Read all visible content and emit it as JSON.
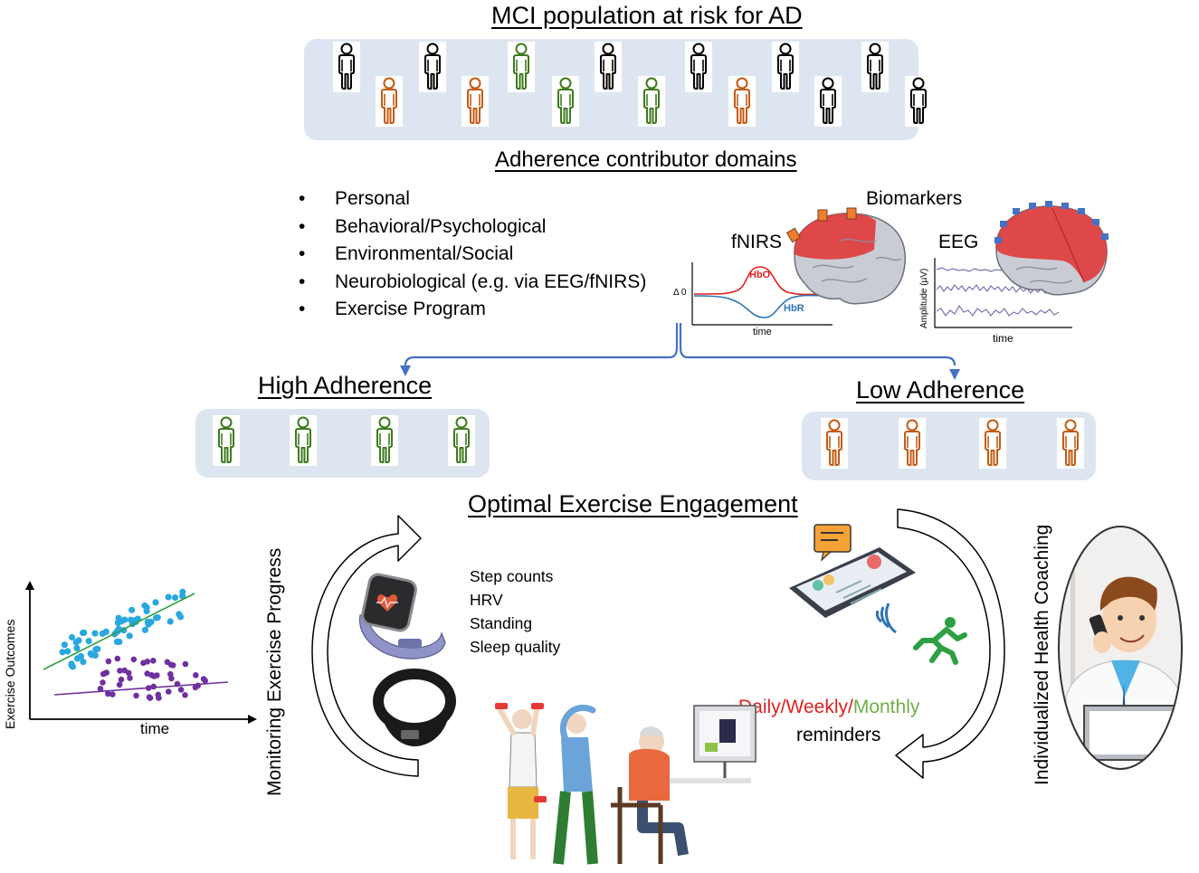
{
  "top_title": "MCI population at risk for AD",
  "domains_title": "Adherence contributor domains",
  "domains": [
    "Personal",
    "Behavioral/Psychological",
    "Environmental/Social",
    "Neurobiological (e.g. via EEG/fNIRS)",
    "Exercise Program"
  ],
  "biomarkers": {
    "label": "Biomarkers",
    "fnirs_label": "fNIRS",
    "eeg_label": "EEG",
    "hbo": "HbO",
    "hbr": "HbR",
    "fnirs_y": "Δ 0",
    "fnirs_x": "time",
    "eeg_y": "Amplitude (µV)",
    "eeg_x": "time"
  },
  "high_adherence": "High Adherence",
  "low_adherence": "Low Adherence",
  "optimal": "Optimal Exercise Engagement",
  "monitoring": "Monitoring Exercise Progress",
  "coaching": "Individualized Health Coaching",
  "metrics": [
    "Step counts",
    "HRV",
    "Standing",
    "Sleep quality"
  ],
  "reminders": {
    "daily": "Daily/",
    "weekly": "Weekly/",
    "monthly": "Monthly",
    "label": "reminders"
  },
  "outcome_plot": {
    "ylabel": "Exercise Outcomes",
    "xlabel": "time"
  },
  "colors": {
    "panel": "#dde6f0",
    "green": "#3d7a1c",
    "orange": "#c55a11",
    "black": "#000000",
    "arrow_blue": "#4472c4",
    "daily": "#e02020",
    "weekly": "#e02020",
    "monthly": "#70ad47"
  }
}
